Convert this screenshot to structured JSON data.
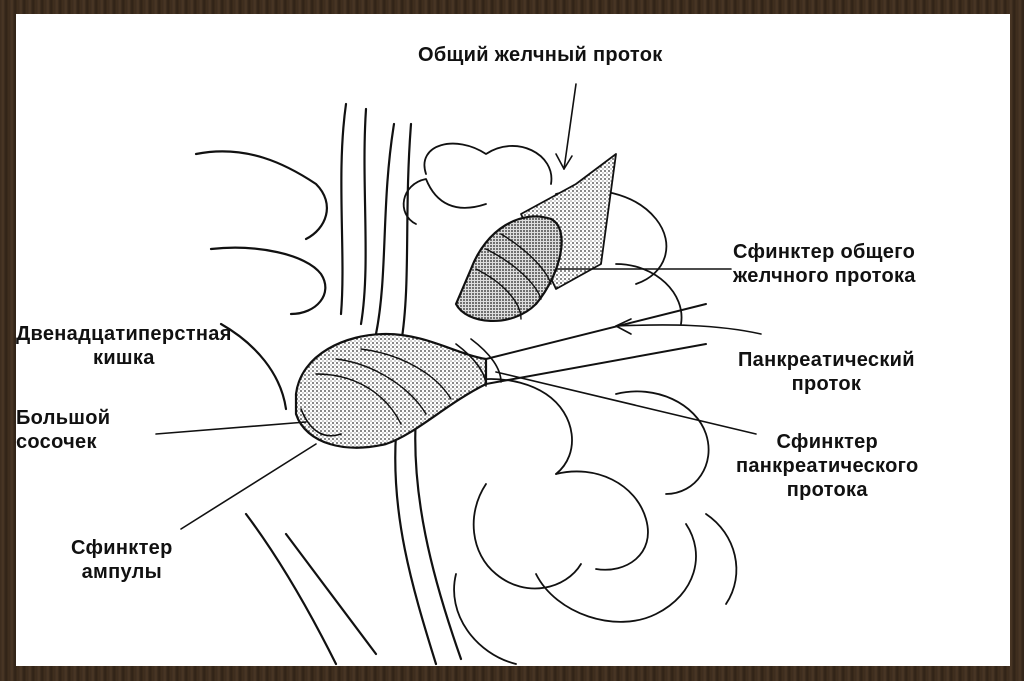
{
  "labels": {
    "common_bile_duct": "Общий желчный проток",
    "bile_sphincter": [
      "Сфинктер общего",
      "желчного протока"
    ],
    "pancreatic_duct": [
      "Панкреатический",
      "проток"
    ],
    "pancreatic_sphincter": [
      "Сфинктер",
      "панкреатического",
      "протока"
    ],
    "duodenum": [
      "Двенадцатиперстная",
      "кишка"
    ],
    "major_papilla": [
      "Большой",
      "сосочек"
    ],
    "ampulla_sphincter": [
      "Сфинктер",
      "ампулы"
    ]
  },
  "colors": {
    "background": "#ffffff",
    "ink": "#111111",
    "frame": "#3b2b1d"
  }
}
